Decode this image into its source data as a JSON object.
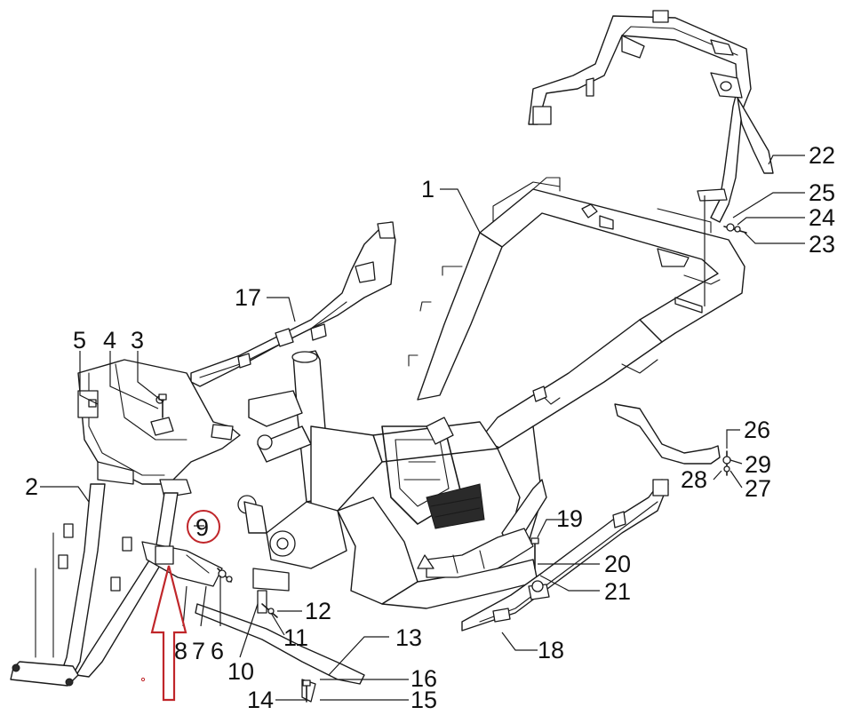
{
  "diagram": {
    "callouts": [
      "1",
      "2",
      "3",
      "4",
      "5",
      "6",
      "7",
      "8",
      "9",
      "10",
      "11",
      "12",
      "13",
      "14",
      "15",
      "16",
      "17",
      "18",
      "19",
      "20",
      "21",
      "22",
      "23",
      "24",
      "25",
      "26",
      "27",
      "28",
      "29"
    ],
    "highlighted_callout": "9",
    "highlight_color": "#c0262a",
    "line_color": "#1a1a1a",
    "background": "#ffffff"
  }
}
